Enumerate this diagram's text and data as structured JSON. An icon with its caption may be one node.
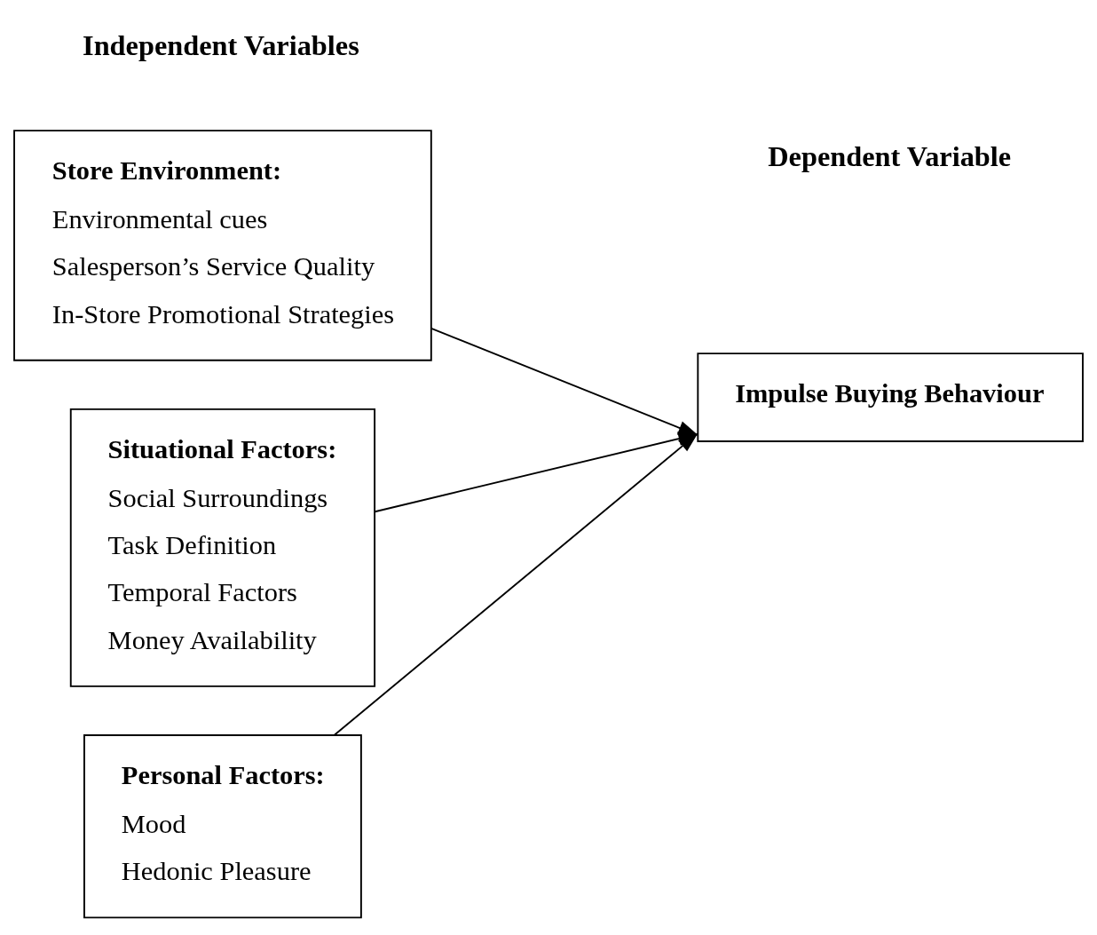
{
  "diagram": {
    "nodes": [
      {
        "text": [
          "Store Environment:",
          "Environmental cues",
          "Salesperson’s Service Quality",
          "In-Store Promotional Strategies"
        ]
      },
      {
        "text": [
          "Situational Factors:",
          "Social Surroundings",
          "Task Definition",
          "Temporal Factors",
          "Money Availability"
        ]
      },
      {
        "text": [
          "Personal Factors:",
          "Mood",
          "Hedonic Pleasure"
        ]
      },
      {
        "text": [
          "Impulse Buying Behaviour"
        ]
      }
    ],
    "edges": [
      {
        "from": 0,
        "to": 3,
        "arrow": "to"
      },
      {
        "from": 1,
        "to": 3,
        "arrow": "to"
      },
      {
        "from": 2,
        "to": 3,
        "arrow": "to"
      }
    ],
    "labels": [
      "Independent Variables",
      "Dependent Variable"
    ]
  }
}
